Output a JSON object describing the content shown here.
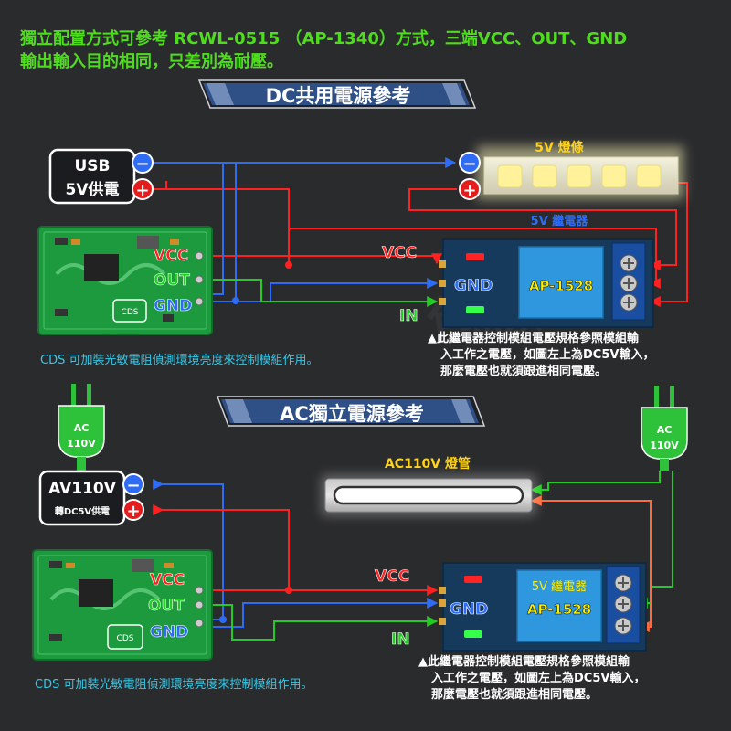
{
  "header": {
    "line1": "獨立配置方式可參考 RCWL-0515 （AP-1340）方式，三端VCC、OUT、GND",
    "line2": "輸出輸入目的相同，只差別為耐壓。"
  },
  "watermark": "包勝達人",
  "dc": {
    "banner": "DC共用電源參考",
    "supply": {
      "line1": "USB",
      "line2": "5V供電"
    },
    "strip_label": "5V 燈條",
    "relay_caption": "5V 繼電器",
    "cds_note": "CDS 可加裝光敏電阻偵測環境亮度來控制模組作用。",
    "relay_note": [
      "▲此繼電器控制模組電壓規格參照模組輸",
      "入工作之電壓，如圖左上為DC5V輸入，",
      "那麼電壓也就須跟進相同電壓。"
    ]
  },
  "ac": {
    "banner": "AC獨立電源參考",
    "plug_left": {
      "line1": "AC",
      "line2": "110V"
    },
    "plug_right": {
      "line1": "AC",
      "line2": "110V"
    },
    "supply": {
      "line1": "AV110V",
      "line2": "轉DC5V供電"
    },
    "tube_label": "AC110V 燈管",
    "relay_caption": "5V 繼電器",
    "cds_note": "CDS 可加裝光敏電阻偵測環境亮度來控制模組作用。",
    "relay_note": [
      "▲此繼電器控制模組電壓規格參照模組輸",
      "入工作之電壓，如圖左上為DC5V輸入，",
      "那麼電壓也就須跟進相同電壓。"
    ]
  },
  "module": {
    "cds": "CDS",
    "vcc": "VCC",
    "out": "OUT",
    "gnd": "GND"
  },
  "relay": {
    "vcc": "VCC",
    "gnd": "GND",
    "in": "IN",
    "model": "AP-1528"
  },
  "symbols": {
    "minus": "−",
    "plus": "+"
  },
  "colors": {
    "background": "#2a2b2d",
    "header_text": "#4fdc1e",
    "cyan_note": "#35c8e8",
    "banner_bg": "#2f4f87",
    "pcb_green": "#1d9a3d",
    "relay_board": "#163a5c",
    "relay_chip": "#2f97dd",
    "chip_text": "#ffee00",
    "wire_red": "#ff2020",
    "wire_blue": "#2f6cf5",
    "wire_green": "#22cc22",
    "wire_orange": "#ff6a3a",
    "led": "#fff29a"
  }
}
